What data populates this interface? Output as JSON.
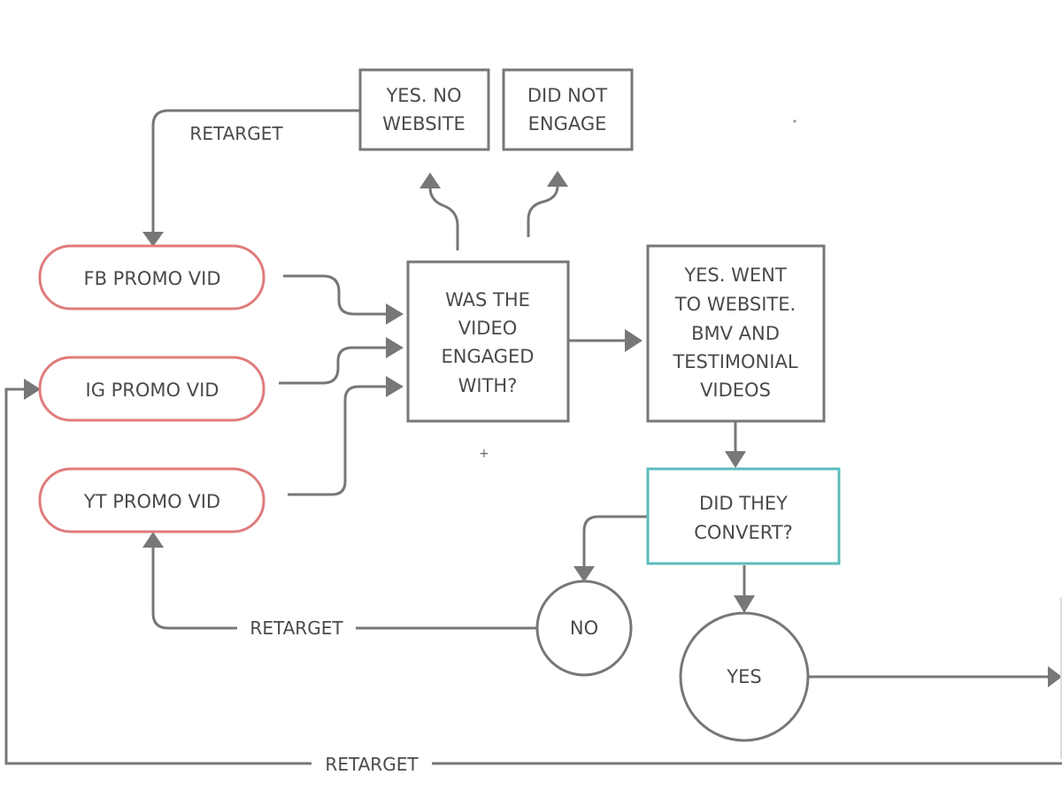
{
  "diagram": {
    "type": "flowchart",
    "colors": {
      "line": "#777777",
      "text": "#4a4a4a",
      "promo_border": "#e07b7b",
      "decision_border": "#5bbcbc",
      "box_border": "#777777"
    },
    "nodes": {
      "yes_no_website": {
        "lines": [
          "YES. NO",
          "WEBSITE"
        ]
      },
      "did_not_engage": {
        "lines": [
          "DID NOT",
          "ENGAGE"
        ]
      },
      "fb_promo": {
        "label": "FB PROMO VID"
      },
      "ig_promo": {
        "label": "IG PROMO VID"
      },
      "yt_promo": {
        "label": "YT PROMO VID"
      },
      "engaged_question": {
        "lines": [
          "WAS THE",
          "VIDEO",
          "ENGAGED",
          "WITH?"
        ]
      },
      "went_to_website": {
        "lines": [
          "YES. WENT",
          "TO WEBSITE.",
          "BMV AND",
          "TESTIMONIAL",
          "VIDEOS"
        ]
      },
      "convert_question": {
        "lines": [
          "DID THEY",
          "CONVERT?"
        ]
      },
      "no": {
        "label": "NO"
      },
      "yes": {
        "label": "YES"
      }
    },
    "edge_labels": {
      "retarget_top": "RETARGET",
      "retarget_middle": "RETARGET",
      "retarget_bottom": "RETARGET"
    },
    "edges": [
      {
        "from": "yes_no_website",
        "to": "fb_promo",
        "label": "RETARGET"
      },
      {
        "from": "fb_promo",
        "to": "engaged_question"
      },
      {
        "from": "ig_promo",
        "to": "engaged_question"
      },
      {
        "from": "yt_promo",
        "to": "engaged_question"
      },
      {
        "from": "engaged_question",
        "to": "yes_no_website"
      },
      {
        "from": "engaged_question",
        "to": "did_not_engage"
      },
      {
        "from": "engaged_question",
        "to": "went_to_website"
      },
      {
        "from": "went_to_website",
        "to": "convert_question"
      },
      {
        "from": "convert_question",
        "to": "no"
      },
      {
        "from": "convert_question",
        "to": "yes"
      },
      {
        "from": "no",
        "to": "yt_promo",
        "label": "RETARGET"
      },
      {
        "from": "yes",
        "to": "offscreen"
      },
      {
        "from": "offscreen",
        "to": "ig_promo",
        "label": "RETARGET"
      }
    ]
  }
}
